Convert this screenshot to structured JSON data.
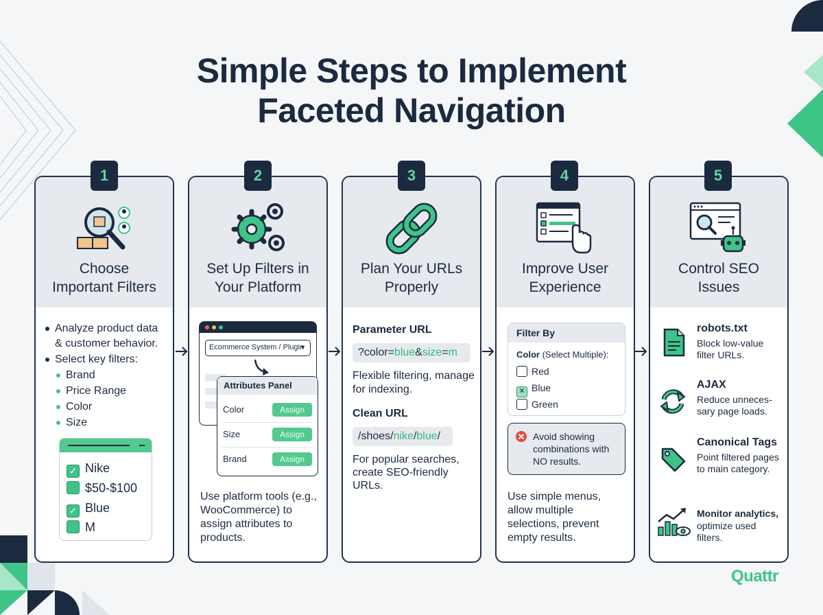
{
  "title_line1": "Simple Steps to Implement",
  "title_line2": "Faceted Navigation",
  "colors": {
    "navy": "#1b2a3f",
    "green": "#3ec487",
    "panel": "#e6eaee"
  },
  "brand": {
    "name": "Quattr"
  },
  "steps": [
    {
      "number": "1",
      "title": "Choose\nImportant Filters",
      "icon": "magnifier-box-icon",
      "bullets": [
        "Analyze product data & customer behavior.",
        "Select key filters:"
      ],
      "sub_bullets": [
        "Brand",
        "Price Range",
        "Color",
        "Size"
      ],
      "checklist": [
        {
          "label": "Nike",
          "checked": true
        },
        {
          "label": "$50-$100",
          "checked": false
        },
        {
          "label": "Blue",
          "checked": true
        },
        {
          "label": "M",
          "checked": false
        }
      ]
    },
    {
      "number": "2",
      "title": "Set Up Filters in\nYour Platform",
      "icon": "gears-icon",
      "dropdown": "Ecommerce System / Plugin",
      "panel_title": "Attributes Panel",
      "attributes": [
        {
          "name": "Color",
          "action": "Assign"
        },
        {
          "name": "Size",
          "action": "Assign"
        },
        {
          "name": "Brand",
          "action": "Assign"
        }
      ],
      "description": "Use platform tools (e.g., WooCommerce) to assign attributes to products."
    },
    {
      "number": "3",
      "title": "Plan Your URLs\nProperly",
      "icon": "chain-link-icon",
      "param_heading": "Parameter URL",
      "param_url": {
        "p1": "?color=",
        "v1": "blue",
        "p2": "&",
        "k2": "size",
        "p3": "=",
        "v2": "m"
      },
      "param_desc": "Flexible filtering, manage for indexing.",
      "clean_heading": "Clean URL",
      "clean_url": {
        "p1": "/shoes/",
        "v1": "nike",
        "p2": "/",
        "v2": "blue",
        "p3": "/"
      },
      "clean_desc": "For popular searches, create SEO-friendly URLs."
    },
    {
      "number": "4",
      "title": "Improve User\nExperience",
      "icon": "checklist-pointer-icon",
      "filter_by": "Filter By",
      "color_label": "Color",
      "color_hint": "(Select Multiple):",
      "options": [
        {
          "label": "Red",
          "checked": false
        },
        {
          "label": "Blue",
          "checked": true
        },
        {
          "label": "Green",
          "checked": false
        }
      ],
      "warning": "Avoid showing combinations with NO results.",
      "description": "Use simple menus, allow multiple selections, prevent empty results."
    },
    {
      "number": "5",
      "title": "Control SEO\nIssues",
      "icon": "browser-robot-icon",
      "items": [
        {
          "heading": "robots.txt",
          "text": "Block low-value filter URLs.",
          "icon": "document-icon"
        },
        {
          "heading": "AJAX",
          "text": "Reduce unneces-sary page loads.",
          "icon": "refresh-icon"
        },
        {
          "heading": "Canonical Tags",
          "text": "Point filtered pages to main category.",
          "icon": "tag-icon"
        },
        {
          "heading": "Monitor analytics,",
          "text": "optimize used filters.",
          "icon": "analytics-icon"
        }
      ]
    }
  ]
}
